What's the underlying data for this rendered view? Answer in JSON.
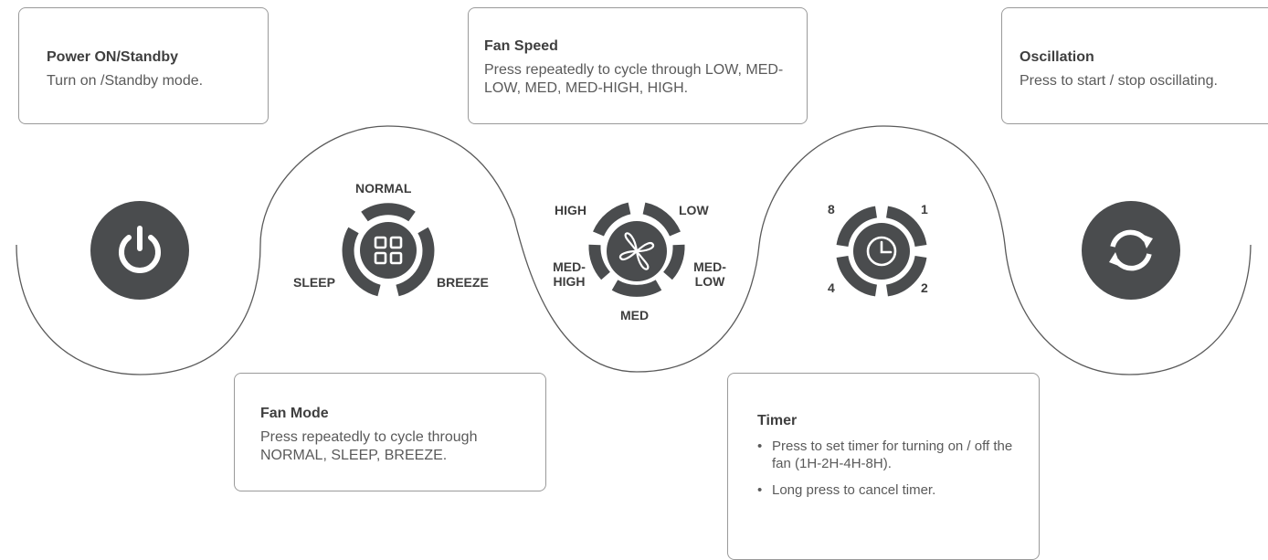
{
  "colors": {
    "ring": "#4a4c4e",
    "outline": "#5a5a5a",
    "border": "#9a9a9a",
    "background": "#ffffff"
  },
  "power": {
    "title": "Power ON/Standby",
    "desc": "Turn on /Standby mode.",
    "icon": "power-icon"
  },
  "fan_speed": {
    "title": "Fan Speed",
    "desc": "Press repeatedly to cycle through LOW, MED-LOW, MED, MED-HIGH, HIGH.",
    "icon": "fan-icon",
    "labels": {
      "high": "HIGH",
      "low": "LOW",
      "med_high": "MED-\nHIGH",
      "med_low": "MED-\nLOW",
      "med": "MED"
    }
  },
  "oscillation": {
    "title": "Oscillation",
    "desc": "Press to start / stop oscillating.",
    "icon": "oscillation-icon"
  },
  "fan_mode": {
    "title": "Fan Mode",
    "desc": "Press repeatedly to cycle through NORMAL, SLEEP, BREEZE.",
    "icon": "mode-grid-icon",
    "labels": {
      "normal": "NORMAL",
      "sleep": "SLEEP",
      "breeze": "BREEZE"
    }
  },
  "timer": {
    "title": "Timer",
    "bullets": [
      "Press to set timer for turning on / off the fan (1H-2H-4H-8H).",
      "Long press to cancel timer."
    ],
    "icon": "clock-icon",
    "labels": {
      "eight": "8",
      "one": "1",
      "four": "4",
      "two": "2"
    }
  }
}
